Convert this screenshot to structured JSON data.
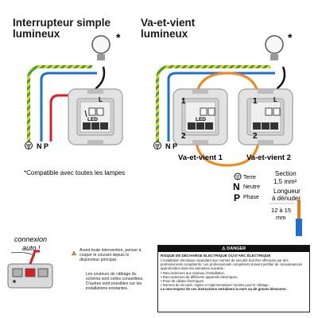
{
  "titles": {
    "left": [
      "Interrupteur simple",
      "lumineux"
    ],
    "right": [
      "Va-et-vient",
      "lumineux"
    ],
    "asterisk": "*"
  },
  "labels": {
    "ground_np": "N P",
    "L": "L",
    "led": "LED",
    "one": "1",
    "two": "2",
    "vv1": "Va-et-vient 1",
    "vv2": "Va-et-vient 2"
  },
  "compat_note": "*Compatible avec toutes les lampes",
  "legend": {
    "items": [
      {
        "symbol": "⏚",
        "label": "Terre"
      },
      {
        "symbol": "N",
        "label": "Neutre"
      },
      {
        "symbol": "P",
        "label": "Phase"
      }
    ],
    "section_title": "Section",
    "section_value": "1,5 mm²",
    "strip_title": [
      "Longueur",
      "à dénuder"
    ],
    "strip_value": [
      "12 à 15",
      "mm"
    ]
  },
  "connexion_auto": [
    "connexion",
    "auto !"
  ],
  "warning_text": {
    "para1": "Avant toute intervention, penser à couper le courant depuis le disjoncteur principal.",
    "para2": "Les couleurs de câblage du schéma sont celles conseillées. D'autres sont possibles sur les installations existantes."
  },
  "danger": {
    "header": "⚠ DANGER",
    "title": "RISQUE DE DÉCHARGE ÉLECTRIQUE OU D'ARC ÉLECTRIQUE",
    "lines": [
      "L'installation électrique répondant aux normes de sécurité doit être effectuée par des professionnels compétents. Les professionnels compétents doivent justifier de connaissances approfondies dans les domaines suivants :",
      "• Raccordement aux réseaux d'installation.",
      "• Raccordement de différents appareils électriques.",
      "• Pose de câbles électriques.",
      "• Normes de sécurité, règles et réglementations locales pour le câblage.",
      "Le non-respect de ces instructions entraînera la mort ou de graves blessures."
    ]
  },
  "colors": {
    "phase": "#d81f26",
    "neutral": "#1f6fd1",
    "earth_green": "#3aa049",
    "earth_yellow": "#f2d21b",
    "return": "#ee8a1b",
    "black": "#111111"
  },
  "icons": [
    "bulb-icon",
    "earth-icon",
    "warning-triangle-icon",
    "danger-icon"
  ]
}
